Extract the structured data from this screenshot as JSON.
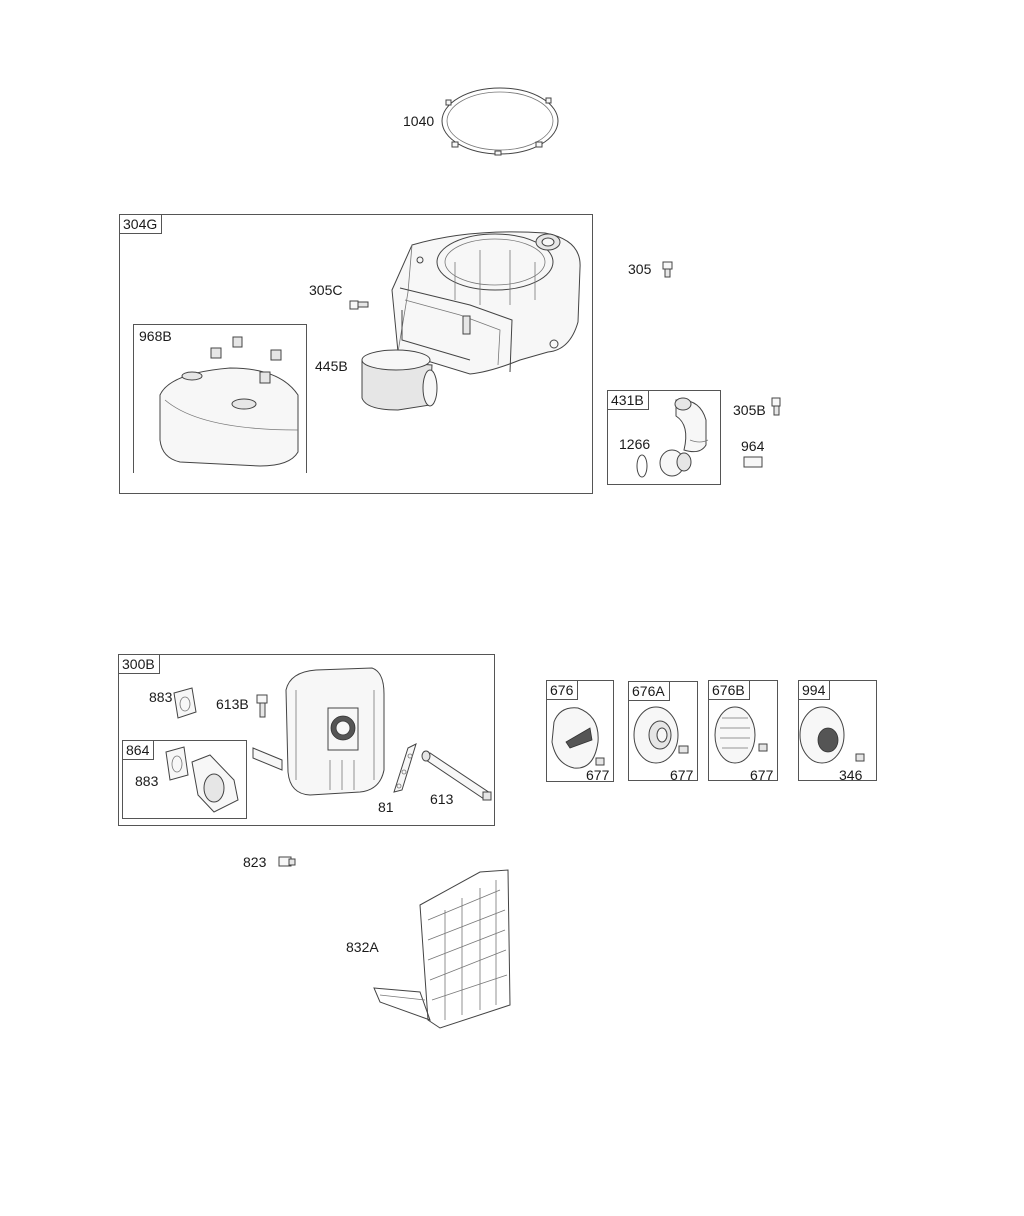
{
  "parts": {
    "p1040": "1040",
    "p304g": "304G",
    "p305c": "305C",
    "p968b": "968B",
    "p445b": "445B",
    "p305": "305",
    "p431b": "431B",
    "p305b": "305B",
    "p1266": "1266",
    "p964": "964",
    "p300b": "300B",
    "p883a": "883",
    "p613b": "613B",
    "p864": "864",
    "p883b": "883",
    "p81": "81",
    "p613": "613",
    "p676": "676",
    "p676a": "676A",
    "p676b": "676B",
    "p994": "994",
    "p677a": "677",
    "p677b": "677",
    "p677c": "677",
    "p346": "346",
    "p823": "823",
    "p832a": "832A"
  }
}
